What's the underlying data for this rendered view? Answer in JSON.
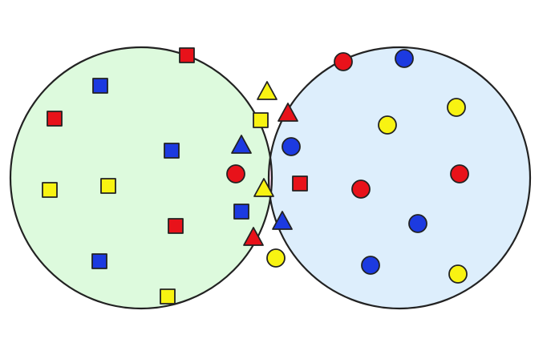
{
  "colors": {
    "background": "#ffffff",
    "left_set_fill": "#ddfadd",
    "right_set_fill": "#ddeefc",
    "intersection_fill": "#fcd6f0",
    "outline": "#222222",
    "red": "#e8121a",
    "blue": "#1c3ae0",
    "yellow": "#f8f312"
  },
  "sets": {
    "left": {
      "shape": "square",
      "items": [
        {
          "color": "red"
        },
        {
          "color": "blue"
        },
        {
          "color": "red"
        },
        {
          "color": "blue"
        },
        {
          "color": "yellow"
        },
        {
          "color": "yellow"
        },
        {
          "color": "red"
        },
        {
          "color": "blue"
        },
        {
          "color": "yellow"
        }
      ]
    },
    "intersection": {
      "items": [
        {
          "shape": "triangle",
          "color": "yellow"
        },
        {
          "shape": "square",
          "color": "yellow"
        },
        {
          "shape": "triangle",
          "color": "red"
        },
        {
          "shape": "triangle",
          "color": "blue"
        },
        {
          "shape": "circle",
          "color": "blue"
        },
        {
          "shape": "circle",
          "color": "red"
        },
        {
          "shape": "triangle",
          "color": "yellow"
        },
        {
          "shape": "square",
          "color": "red"
        },
        {
          "shape": "square",
          "color": "blue"
        },
        {
          "shape": "triangle",
          "color": "blue"
        },
        {
          "shape": "triangle",
          "color": "red"
        },
        {
          "shape": "circle",
          "color": "yellow"
        }
      ]
    },
    "right": {
      "shape": "circle",
      "items": [
        {
          "color": "red"
        },
        {
          "color": "blue"
        },
        {
          "color": "yellow"
        },
        {
          "color": "yellow"
        },
        {
          "color": "red"
        },
        {
          "color": "red"
        },
        {
          "color": "blue"
        },
        {
          "color": "blue"
        },
        {
          "color": "yellow"
        }
      ]
    }
  }
}
